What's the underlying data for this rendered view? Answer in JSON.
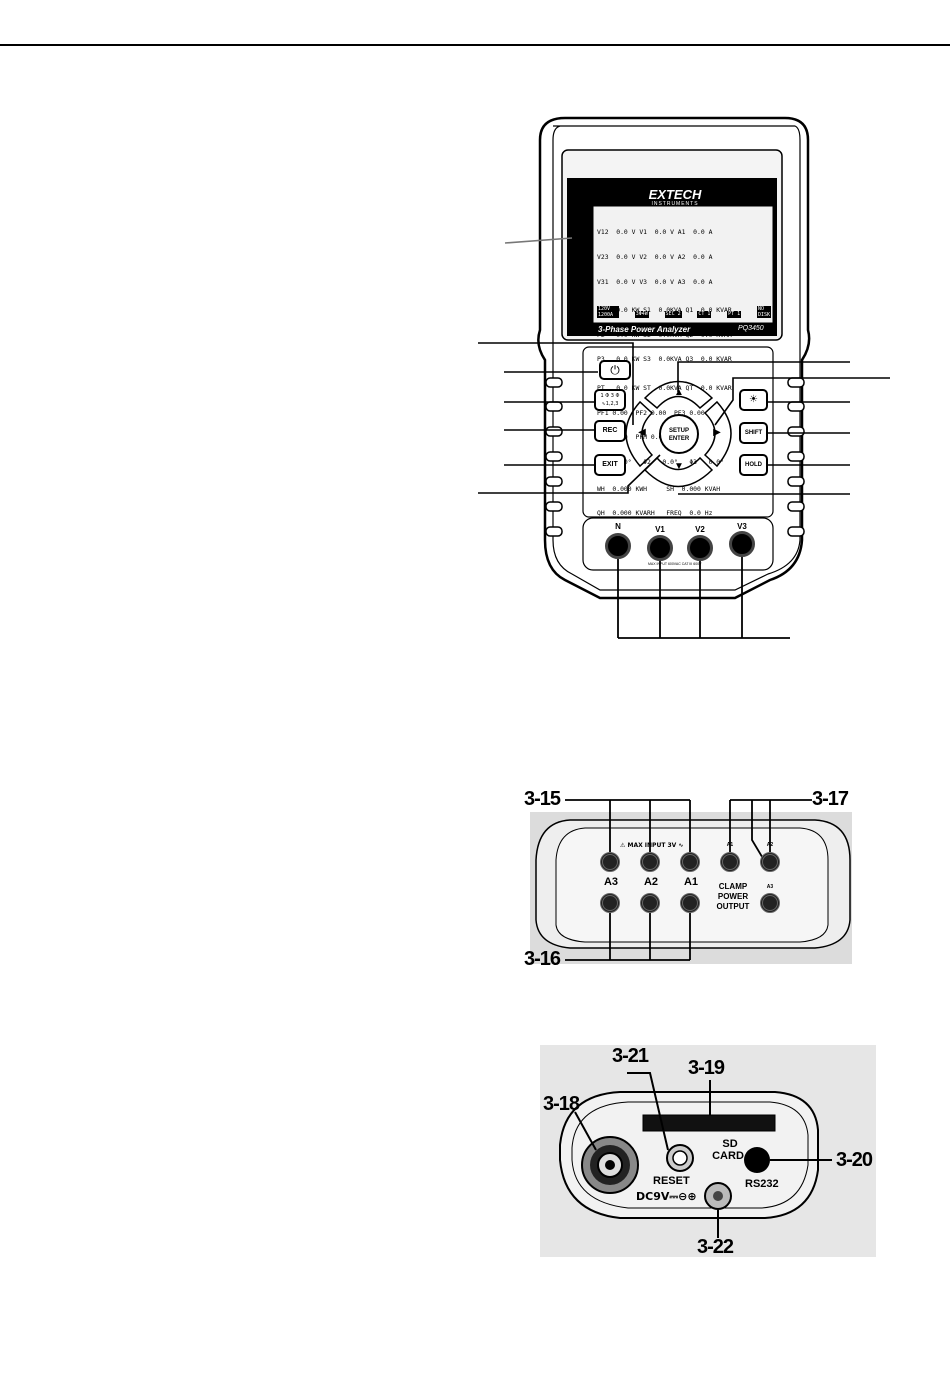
{
  "device": {
    "brand": "EXTECH",
    "brand_sub": "INSTRUMENTS",
    "product_name": "3-Phase Power Analyzer",
    "model": "PQ3450",
    "lcd_rows": [
      "V12  0.0 V V1  0.0 V A1  0.0 A",
      "V23  0.0 V V2  0.0 V A2  0.0 A",
      "V31  0.0 V V3  0.0 V A3  0.0 A",
      "P1   0.0 KW S1  0.0KVA Q1  0.0 KVAR",
      "P2   0.0 KW S2  0.0KVA Q2  0.0 KVAR",
      "P3   0.0 KW S3  0.0KVA Q3  0.0 KVAR",
      "PT   0.0 KW ST  0.0KVA QT  0.0 KVAR",
      "PF1 0.00  PF2 0.00  PF3 0.00",
      "PFT 0.00  PFH 0.00",
      "Φ1   0.0°   Φ2   0.0°   Φ3   0.0°",
      "WH  0.000 KWH     SH  0.000 KVAH",
      "QH  0.000 KVARH   FREQ  0.0 Hz"
    ],
    "lcd_status": [
      "120V 1200A",
      "3Φ4W",
      "SEC 2",
      "CT 1",
      "PT 1",
      "NO DISK"
    ],
    "buttons": {
      "power": "⏻",
      "phase_top": "1 Φ 3 Φ",
      "phase_bottom": "∿1,2,3",
      "rec": "REC",
      "exit": "EXIT",
      "setup_line1": "SETUP",
      "setup_line2": "ENTER",
      "backlight": "☀",
      "shift": "SHIFT",
      "hold": "HOLD"
    },
    "terminals": [
      "N",
      "V1",
      "V2",
      "V3"
    ],
    "terminal_note": "MAX INPUT 600VAC CAT III 600V"
  },
  "clamp_panel": {
    "callout_top_left": "3-15",
    "callout_top_right": "3-17",
    "callout_bottom_left": "3-16",
    "max_input_label": "⚠ MAX INPUT 3V ∿",
    "jack_labels": [
      "A3",
      "A2",
      "A1"
    ],
    "power_jack_labels": [
      "A1",
      "A2",
      "A3"
    ],
    "power_output_label": [
      "CLAMP",
      "POWER",
      "OUTPUT"
    ]
  },
  "io_panel": {
    "callout_3_18": "3-18",
    "callout_3_19": "3-19",
    "callout_3_20": "3-20",
    "callout_3_21": "3-21",
    "callout_3_22": "3-22",
    "sd_label_1": "SD",
    "sd_label_2": "CARD",
    "reset_label": "RESET",
    "rs232_label": "RS232",
    "dc_label": "DC9V⎓⊖⊕"
  }
}
